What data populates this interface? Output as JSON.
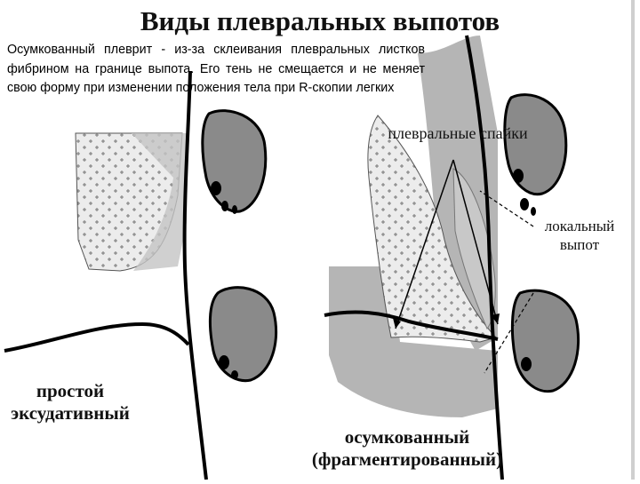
{
  "title": "Виды плевральных выпотов",
  "description": "Осумкованный плеврит  -   из-за склеивания плевральных листков фибрином на границе выпота. Его тень не смещается и не меняет свою форму при изменении положения тела при R-скопии легких",
  "labels": {
    "adhesions": "плевральные спайки",
    "local_effusion": "локальный выпот",
    "simple_line1": "простой",
    "simple_line2": "эксудативный",
    "encapsulated_line1": "осумкованный",
    "encapsulated_line2": "(фрагментированный)"
  },
  "colors": {
    "pleura_gray": "#b5b5b5",
    "effusion_fill": "#ededed",
    "dark_organ": "#8a8a8a",
    "line": "#000000"
  }
}
